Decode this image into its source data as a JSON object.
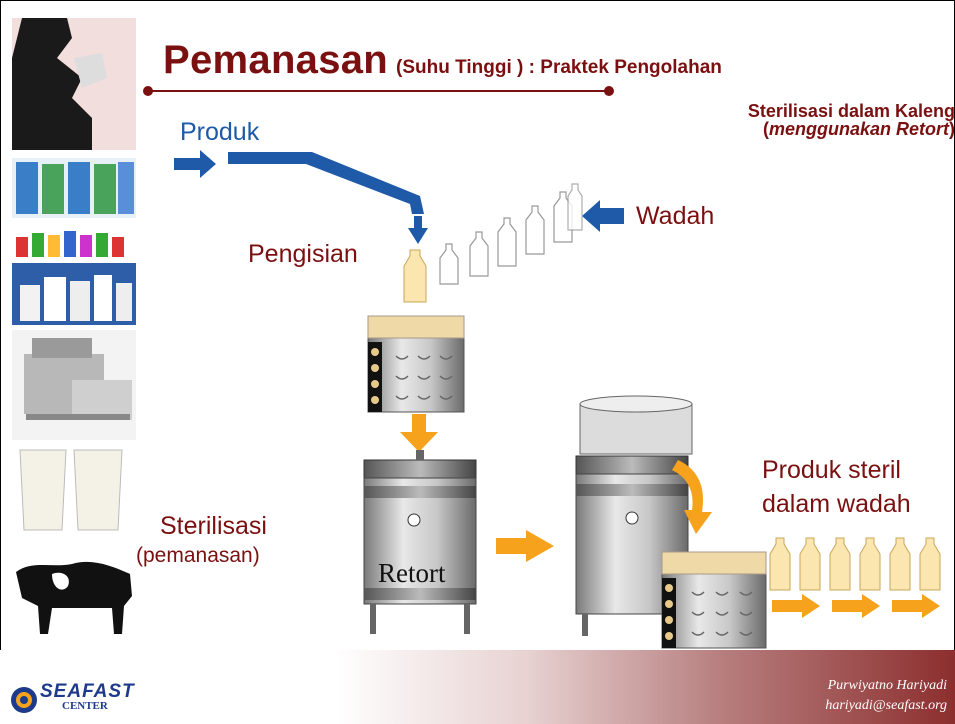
{
  "title": {
    "main": "Pemanasan",
    "sub": "(Suhu Tinggi ) : Praktek Pengolahan"
  },
  "subtitle": {
    "line1": "Sterilisasi dalam Kaleng",
    "line2_open": "(",
    "line2_italic": "menggunakan Retort",
    "line2_close": ")"
  },
  "labels": {
    "produk": "Produk",
    "wadah": "Wadah",
    "pengisian": "Pengisian",
    "sterilisasi": "Sterilisasi",
    "pemanasan": "(pemanasan)",
    "retort": "Retort",
    "produk_steril_1": "Produk steril",
    "produk_steril_2": "dalam wadah"
  },
  "footer": {
    "author": "Purwiyatno Hariyadi",
    "email": "hariyadi@seafast.org",
    "logo_text": "SEAFAST",
    "logo_sub": "CENTER"
  },
  "colors": {
    "title": "#7a1010",
    "arrow_blue": "#1e5aa8",
    "arrow_orange": "#f6a21c",
    "steel": "#a8a8a8"
  }
}
